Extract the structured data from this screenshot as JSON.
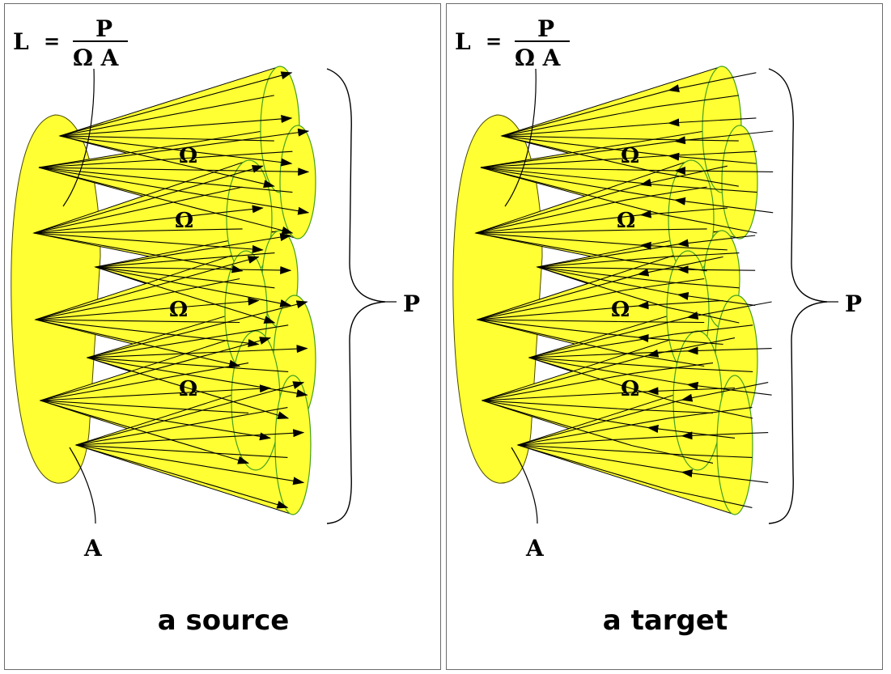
{
  "formula": {
    "lhs": "L",
    "equals": "=",
    "numerator": "P",
    "denominator": "Ω A"
  },
  "labels": {
    "solid_angle": "Ω",
    "area": "A",
    "power": "P"
  },
  "panels": [
    {
      "id": "source",
      "caption": "a source",
      "arrow_direction": "outward"
    },
    {
      "id": "target",
      "caption": "a target",
      "arrow_direction": "inward"
    }
  ],
  "colors": {
    "fill": "#ffff33",
    "outline": "#3c7a1e",
    "line": "#000000",
    "border": "#6b6b6b"
  }
}
